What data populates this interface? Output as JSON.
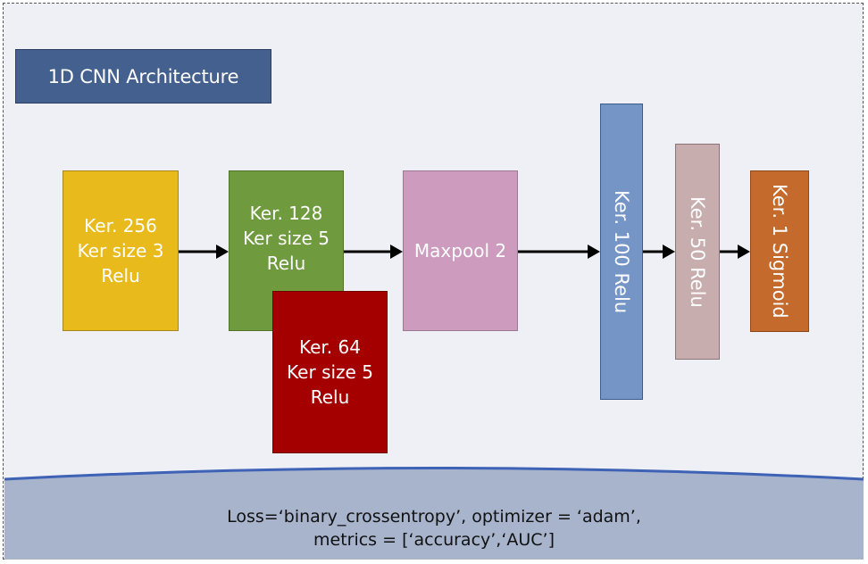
{
  "title": "1D CNN Architecture",
  "layers": {
    "conv1": "Ker. 256\nKer size 3\nRelu",
    "conv2": "Ker. 128\nKer size 5\nRelu",
    "conv3": "Ker. 64\nKer size 5\nRelu",
    "pool": "Maxpool 2",
    "dense1": "Ker. 100 Relu",
    "dense2": "Ker. 50 Relu",
    "output": "Ker. 1 Sigmoid"
  },
  "footer": "Loss=‘binary_crossentropy’, optimizer = ‘adam’,\nmetrics = [‘accuracy’,‘AUC’]",
  "colors": {
    "title_bg": "#44608f",
    "conv1": "#e8ba1c",
    "conv2": "#6f9a3e",
    "conv3": "#a50000",
    "pool": "#cc9bbe",
    "dense1": "#7595c6",
    "dense2": "#c8adaf",
    "output": "#c36a2c",
    "footer_bg": "#a7b4cc",
    "footer_line": "#3e62b5"
  }
}
